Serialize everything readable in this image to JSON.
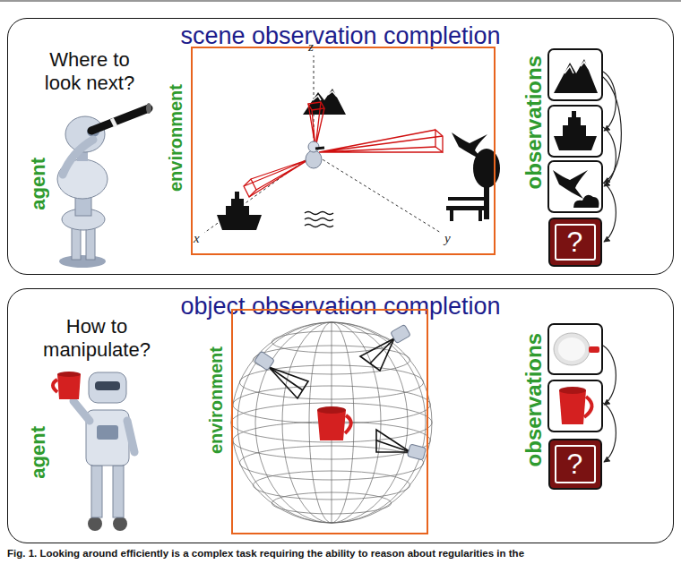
{
  "diagram": {
    "caption": "Fig. 1. Looking around efficiently is a complex task requiring the ability to reason about regularities in the",
    "nodes": [
      {
        "text": [
          "scene observation completion"
        ]
      },
      {
        "text": [
          "environment"
        ],
        "in": 0
      },
      {
        "text": [
          "?"
        ],
        "in": 0
      },
      {
        "text": [
          "object observation completion"
        ]
      },
      {
        "text": [
          "environment"
        ],
        "in": 3
      },
      {
        "text": [
          "?"
        ],
        "in": 3
      }
    ],
    "labels": [
      "Where to look next?",
      "agent",
      "observations",
      "z",
      "x",
      "y",
      "How to manipulate?",
      "agent",
      "observations"
    ]
  }
}
